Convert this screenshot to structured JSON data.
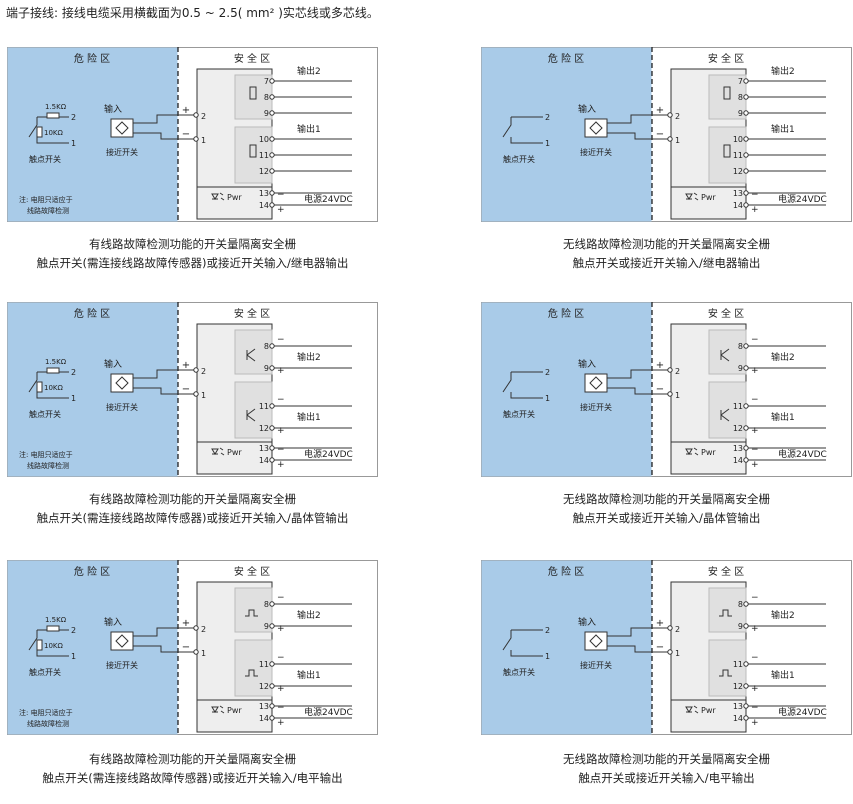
{
  "intro": "端子接线: 接线电缆采用横截面为0.5 ~ 2.5( mm² )实芯线或多芯线。",
  "labels": {
    "danger_zone": "危 险 区",
    "safe_zone": "安 全 区",
    "input": "输入",
    "contact_switch": "触点开关",
    "proximity_switch": "接近开关",
    "res_1": "1.5KΩ",
    "res_2": "10KΩ",
    "note_line1": "注: 电阻只适应于",
    "note_line2": "线路故障检测",
    "output1": "输出1",
    "output2": "输出2",
    "power": "电源24VDC",
    "pwr": "Pwr",
    "plus": "+",
    "minus": "−"
  },
  "diagrams": [
    {
      "fault_detection": true,
      "output_type": "relay",
      "caption_line1": "有线路故障检测功能的开关量隔离安全栅",
      "caption_line2": "触点开关(需连接线路故障传感器)或接近开关输入/继电器输出"
    },
    {
      "fault_detection": false,
      "output_type": "relay",
      "caption_line1": "无线路故障检测功能的开关量隔离安全栅",
      "caption_line2": "触点开关或接近开关输入/继电器输出"
    },
    {
      "fault_detection": true,
      "output_type": "transistor",
      "caption_line1": "有线路故障检测功能的开关量隔离安全栅",
      "caption_line2": "触点开关(需连接线路故障传感器)或接近开关输入/晶体管输出"
    },
    {
      "fault_detection": false,
      "output_type": "transistor",
      "caption_line1": "无线路故障检测功能的开关量隔离安全栅",
      "caption_line2": "触点开关或接近开关输入/晶体管输出"
    },
    {
      "fault_detection": true,
      "output_type": "level",
      "caption_line1": "有线路故障检测功能的开关量隔离安全栅",
      "caption_line2": "触点开关(需连接线路故障传感器)或接近开关输入/电平输出"
    },
    {
      "fault_detection": false,
      "output_type": "level",
      "caption_line1": "无线路故障检测功能的开关量隔离安全栅",
      "caption_line2": "触点开关或接近开关输入/电平输出"
    }
  ],
  "terminals": {
    "input_plus": "2",
    "input_minus": "1",
    "relay_top": [
      "7",
      "8",
      "9"
    ],
    "relay_bottom": [
      "10",
      "11",
      "12"
    ],
    "pair_top": [
      "8",
      "9"
    ],
    "pair_bottom": [
      "11",
      "12"
    ],
    "power": [
      "13",
      "14"
    ]
  },
  "colors": {
    "danger_fill": "#a9cbe8",
    "module_fill": "#eeeeee",
    "module_inner": "#e0e0e0",
    "line": "#333333"
  }
}
